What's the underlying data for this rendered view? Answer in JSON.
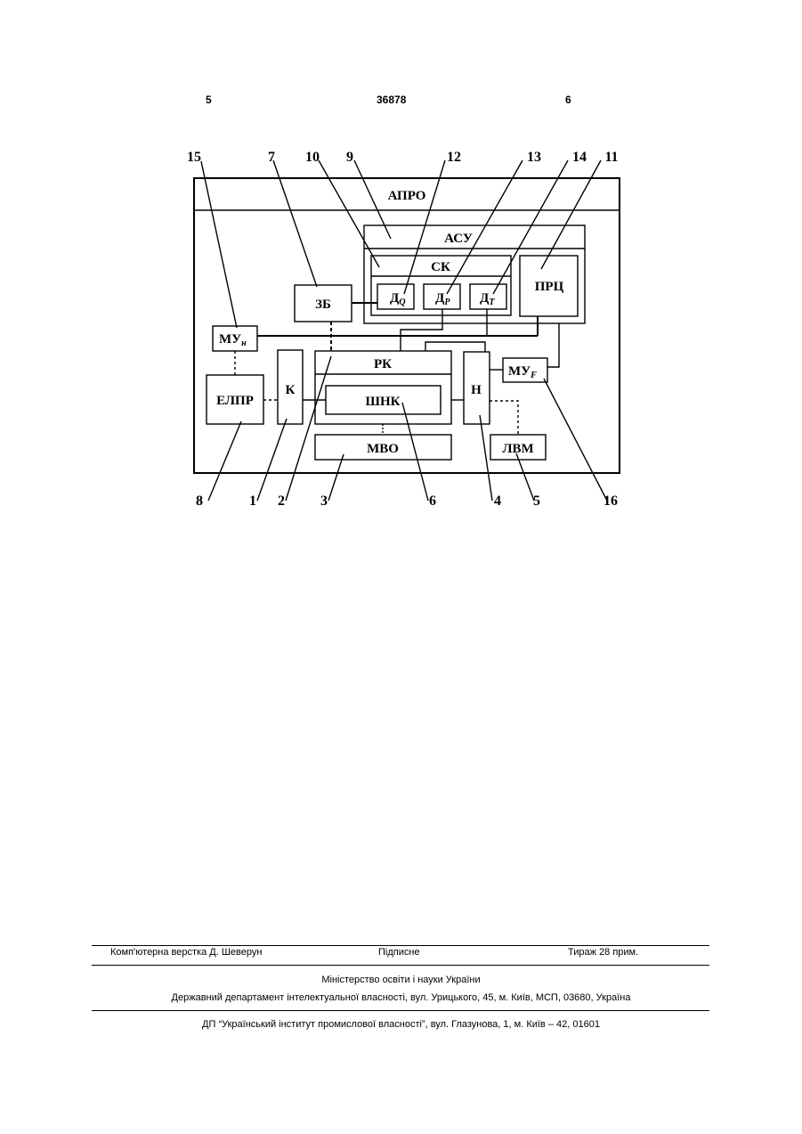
{
  "header": {
    "page_left": "5",
    "patent_number": "36878",
    "page_right": "6"
  },
  "diagram": {
    "blocks": {
      "apro": "АПРО",
      "asu": "АСУ",
      "sk": "СК",
      "d_q": "Д",
      "d_q_sub": "Q",
      "d_p": "Д",
      "d_p_sub": "P",
      "d_t": "Д",
      "d_t_sub": "T",
      "prc": "ПРЦ",
      "zb": "ЗБ",
      "mu_n": "МУ",
      "mu_n_sub": "н",
      "mu_f": "МУ",
      "mu_f_sub": "F",
      "elpr": "ЕЛПР",
      "k": "К",
      "rk": "РК",
      "shnk": "ШНК",
      "n": "Н",
      "mvo": "МВО",
      "lvm": "ЛВМ"
    },
    "labels": {
      "l15": "15",
      "l7": "7",
      "l10": "10",
      "l9": "9",
      "l12": "12",
      "l13": "13",
      "l14": "14",
      "l11": "11",
      "l8": "8",
      "l1": "1",
      "l2": "2",
      "l3": "3",
      "l6": "6",
      "l4": "4",
      "l5": "5",
      "l16": "16"
    }
  },
  "footer": {
    "layout": "Комп'ютерна верстка Д. Шеверун",
    "signed": "Підписне",
    "circulation": "Тираж 28 прим.",
    "ministry": "Міністерство освіти і науки України",
    "department": "Державний департамент інтелектуальної власності, вул. Урицького, 45, м. Київ, МСП, 03680, Україна",
    "institute": "ДП “Український інститут промислової власності”, вул. Глазунова, 1, м. Київ – 42, 01601"
  }
}
